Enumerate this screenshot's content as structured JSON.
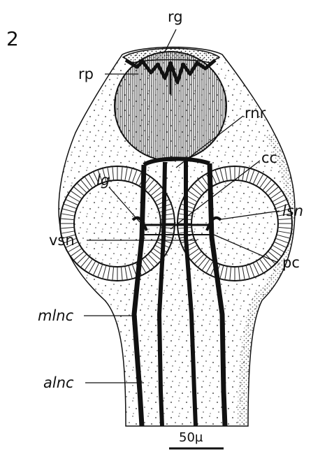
{
  "figure": {
    "number": "2",
    "labels": {
      "rg": "rg",
      "rp": "rp",
      "rnr": "rnr",
      "cc": "cc",
      "lg": "lg",
      "lsn": "lsn",
      "vsn": "vsn",
      "pc": "pc",
      "mlnc": "mlnc",
      "alnc": "alnc"
    },
    "scale_bar": "50µ"
  }
}
